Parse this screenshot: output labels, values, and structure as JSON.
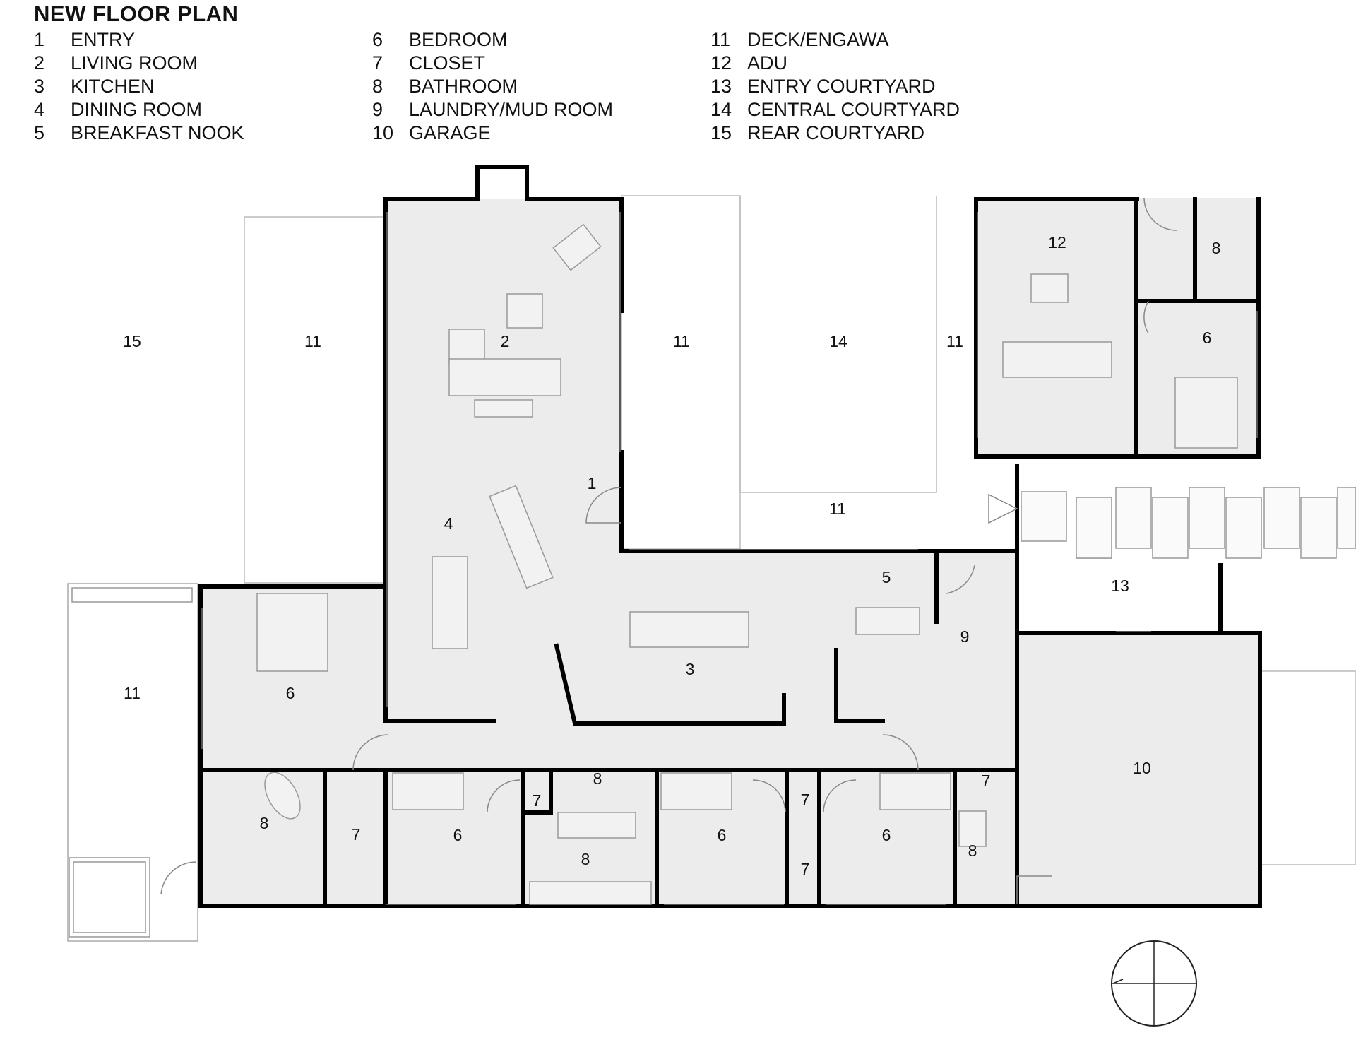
{
  "title": "NEW FLOOR PLAN",
  "legend": [
    [
      {
        "num": "1",
        "name": "ENTRY"
      },
      {
        "num": "2",
        "name": "LIVING ROOM"
      },
      {
        "num": "3",
        "name": "KITCHEN"
      },
      {
        "num": "4",
        "name": "DINING ROOM"
      },
      {
        "num": "5",
        "name": "BREAKFAST NOOK"
      }
    ],
    [
      {
        "num": "6",
        "name": "BEDROOM"
      },
      {
        "num": "7",
        "name": "CLOSET"
      },
      {
        "num": "8",
        "name": "BATHROOM"
      },
      {
        "num": "9",
        "name": "LAUNDRY/MUD ROOM"
      },
      {
        "num": "10",
        "name": "GARAGE"
      }
    ],
    [
      {
        "num": "11",
        "name": "DECK/ENGAWA"
      },
      {
        "num": "12",
        "name": "ADU"
      },
      {
        "num": "13",
        "name": "ENTRY COURTYARD"
      },
      {
        "num": "14",
        "name": "CENTRAL COURTYARD"
      },
      {
        "num": "15",
        "name": "REAR COURTYARD"
      }
    ]
  ],
  "plan_labels": [
    {
      "id": "rear-courtyard",
      "text": "15"
    },
    {
      "id": "deck-west",
      "text": "11"
    },
    {
      "id": "living-room",
      "text": "2"
    },
    {
      "id": "deck-central",
      "text": "11"
    },
    {
      "id": "central-courtyard",
      "text": "14"
    },
    {
      "id": "deck-adu",
      "text": "11"
    },
    {
      "id": "adu",
      "text": "12"
    },
    {
      "id": "adu-bath",
      "text": "8"
    },
    {
      "id": "adu-bedroom",
      "text": "6"
    },
    {
      "id": "entry",
      "text": "1"
    },
    {
      "id": "dining-room",
      "text": "4"
    },
    {
      "id": "deck-south-courtyard",
      "text": "11"
    },
    {
      "id": "breakfast-nook",
      "text": "5"
    },
    {
      "id": "entry-courtyard",
      "text": "13"
    },
    {
      "id": "laundry",
      "text": "9"
    },
    {
      "id": "kitchen",
      "text": "3"
    },
    {
      "id": "deck-far-west",
      "text": "11"
    },
    {
      "id": "master-bedroom",
      "text": "6"
    },
    {
      "id": "garage",
      "text": "10"
    },
    {
      "id": "master-bath",
      "text": "8"
    },
    {
      "id": "master-closet",
      "text": "7"
    },
    {
      "id": "bedroom-a",
      "text": "6"
    },
    {
      "id": "closet-a",
      "text": "7"
    },
    {
      "id": "shared-bath-top",
      "text": "8"
    },
    {
      "id": "shared-bath-bottom",
      "text": "8"
    },
    {
      "id": "bedroom-b",
      "text": "6"
    },
    {
      "id": "closet-b-top",
      "text": "7"
    },
    {
      "id": "closet-b-bottom",
      "text": "7"
    },
    {
      "id": "bedroom-c",
      "text": "6"
    },
    {
      "id": "closet-c",
      "text": "7"
    },
    {
      "id": "bath-c",
      "text": "8"
    }
  ]
}
